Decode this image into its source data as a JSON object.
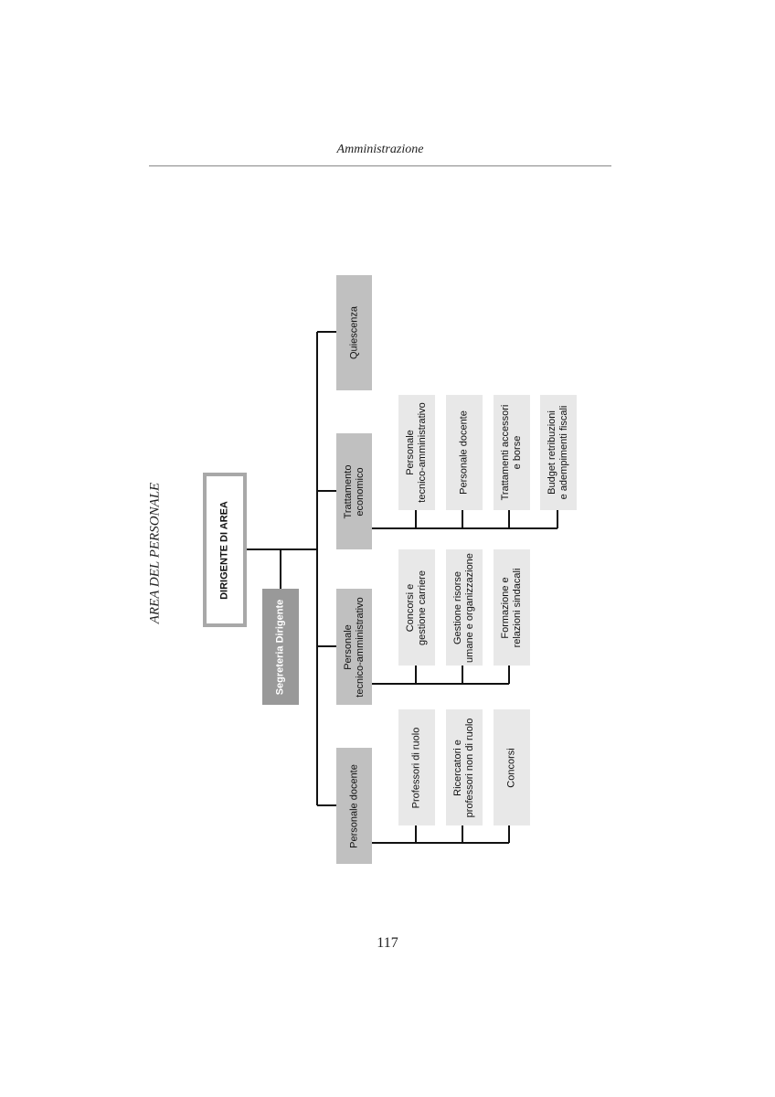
{
  "header": {
    "running_title": "Amministrazione",
    "page_number": "117"
  },
  "chart": {
    "title": "AREA DEL PERSONALE",
    "head": "DIRIGENTE DI AREA",
    "staff": "Segreteria Dirigente",
    "units": [
      {
        "label": "Quiescenza",
        "children": []
      },
      {
        "label": "Trattamento\neconomico",
        "children": [
          "Personale\ntecnico-amministrativo",
          "Personale docente",
          "Trattamenti accessori\ne borse",
          "Budget retribuzioni\ne adempimenti fiscali"
        ]
      },
      {
        "label": "Personale\ntecnico-amministrativo",
        "children": [
          "Concorsi e\ngestione carriere",
          "Gestione risorse\numane e organizzazione",
          "Formazione e\nrelazioni sindacali"
        ]
      },
      {
        "label": "Personale docente",
        "children": [
          "Professori di ruolo",
          "Ricercatori e\nprofessori non di ruolo",
          "Concorsi"
        ]
      }
    ]
  }
}
